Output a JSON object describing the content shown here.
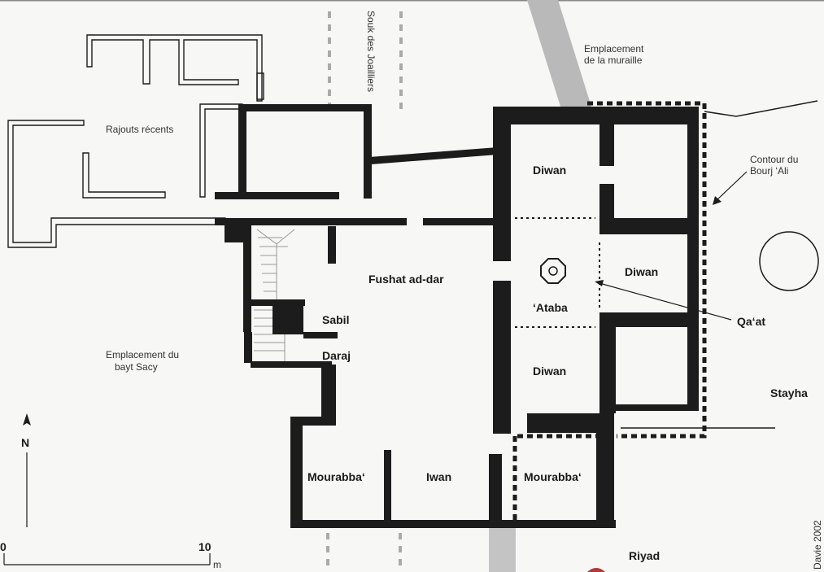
{
  "labels": {
    "souk": "Souk des Joailliers",
    "muraille_1": "Emplacement",
    "muraille_2": "de la muraille",
    "contour_1": "Contour du",
    "contour_2": "Bourj ‘Ali",
    "rajouts": "Rajouts récents",
    "bayt_1": "Emplacement du",
    "bayt_2": "bayt Sacy",
    "stayha": "Stayha",
    "riyad": "Riyad",
    "qaat": "Qa‘at",
    "north": "N",
    "credit": "Davie 2002"
  },
  "rooms": {
    "diwan_top": "Diwan",
    "diwan_right": "Diwan",
    "diwan_bottom": "Diwan",
    "ataba": "‘Ataba",
    "fushat": "Fushat ad-dar",
    "sabil": "Sabil",
    "daraj": "Daraj",
    "mourabba_left": "Mourabba‘",
    "iwan": "Iwan",
    "mourabba_right": "Mourabba‘"
  },
  "scale": {
    "start": "0",
    "end": "10",
    "unit": "m"
  },
  "colors": {
    "wall": "#1c1c1c",
    "background": "#f7f7f5",
    "street": "#b9b9b9"
  }
}
